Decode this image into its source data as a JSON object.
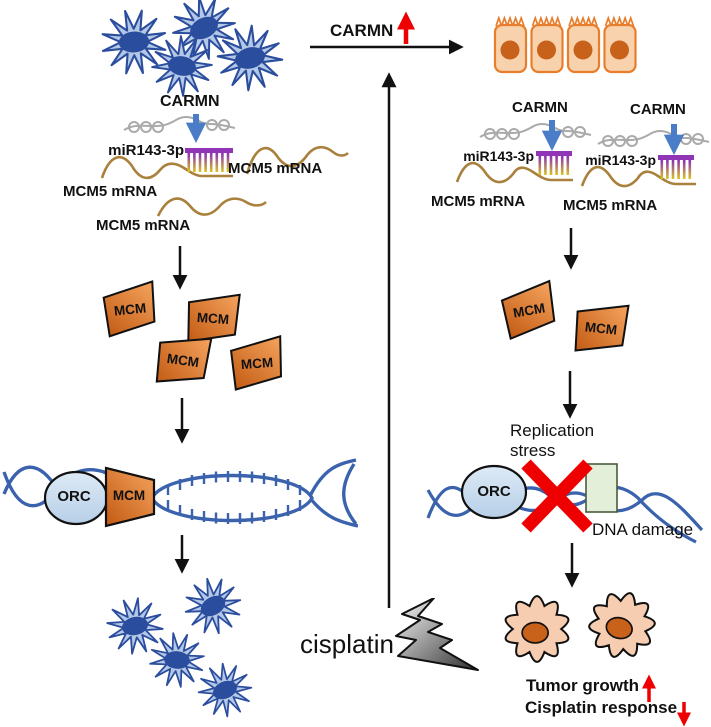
{
  "figure": {
    "top": {
      "carmn": "CARMN"
    },
    "left": {
      "carmn": "CARMN",
      "mir143": "miR143-3p",
      "mrna_right": "MCM5 mRNA",
      "mrna_left": "MCM5 mRNA",
      "mrna_bottom": "MCM5 mRNA",
      "mcm_1": "MCM",
      "mcm_2": "MCM",
      "mcm_3": "MCM",
      "mcm_4": "MCM",
      "orc": "ORC",
      "mcm_helicase": "MCM"
    },
    "right": {
      "carmn_1": "CARMN",
      "carmn_2": "CARMN",
      "mir143_1": "miR143-3p",
      "mir143_2": "miR143-3p",
      "mrna_1": "MCM5 mRNA",
      "mrna_2": "MCM5 mRNA",
      "mcm_1": "MCM",
      "mcm_2": "MCM",
      "replication_stress_1": "Replication",
      "replication_stress_2": "stress",
      "orc": "ORC",
      "dna_damage": "DNA damage",
      "tumor_growth": "Tumor growth",
      "cisplatin_response": "Cisplatin response"
    },
    "center": {
      "cisplatin": "cisplatin"
    }
  },
  "colors": {
    "cell_body": "#b3c7e6",
    "cell_nucleus": "#2b4d9e",
    "mcm_dark": "#c25a12",
    "mcm_light": "#f5a45f",
    "mrna": "#a9803c",
    "mir_purple": "#8f35b5",
    "duplex_yellow": "#d8c420",
    "carmn_coil": "#aaaaaa",
    "dna_strand": "#3a62ad",
    "orc_light": "#ddeaf6",
    "orc_dark": "#b7cfe8",
    "accent_red": "#ee0000",
    "damage_box": "#e3efd9",
    "epithelial_fill": "#f8d2ad",
    "epithelial_border": "#e87e2c",
    "tumor_fill": "#f7cdb1",
    "tumor_nucleus": "#c8611a"
  }
}
